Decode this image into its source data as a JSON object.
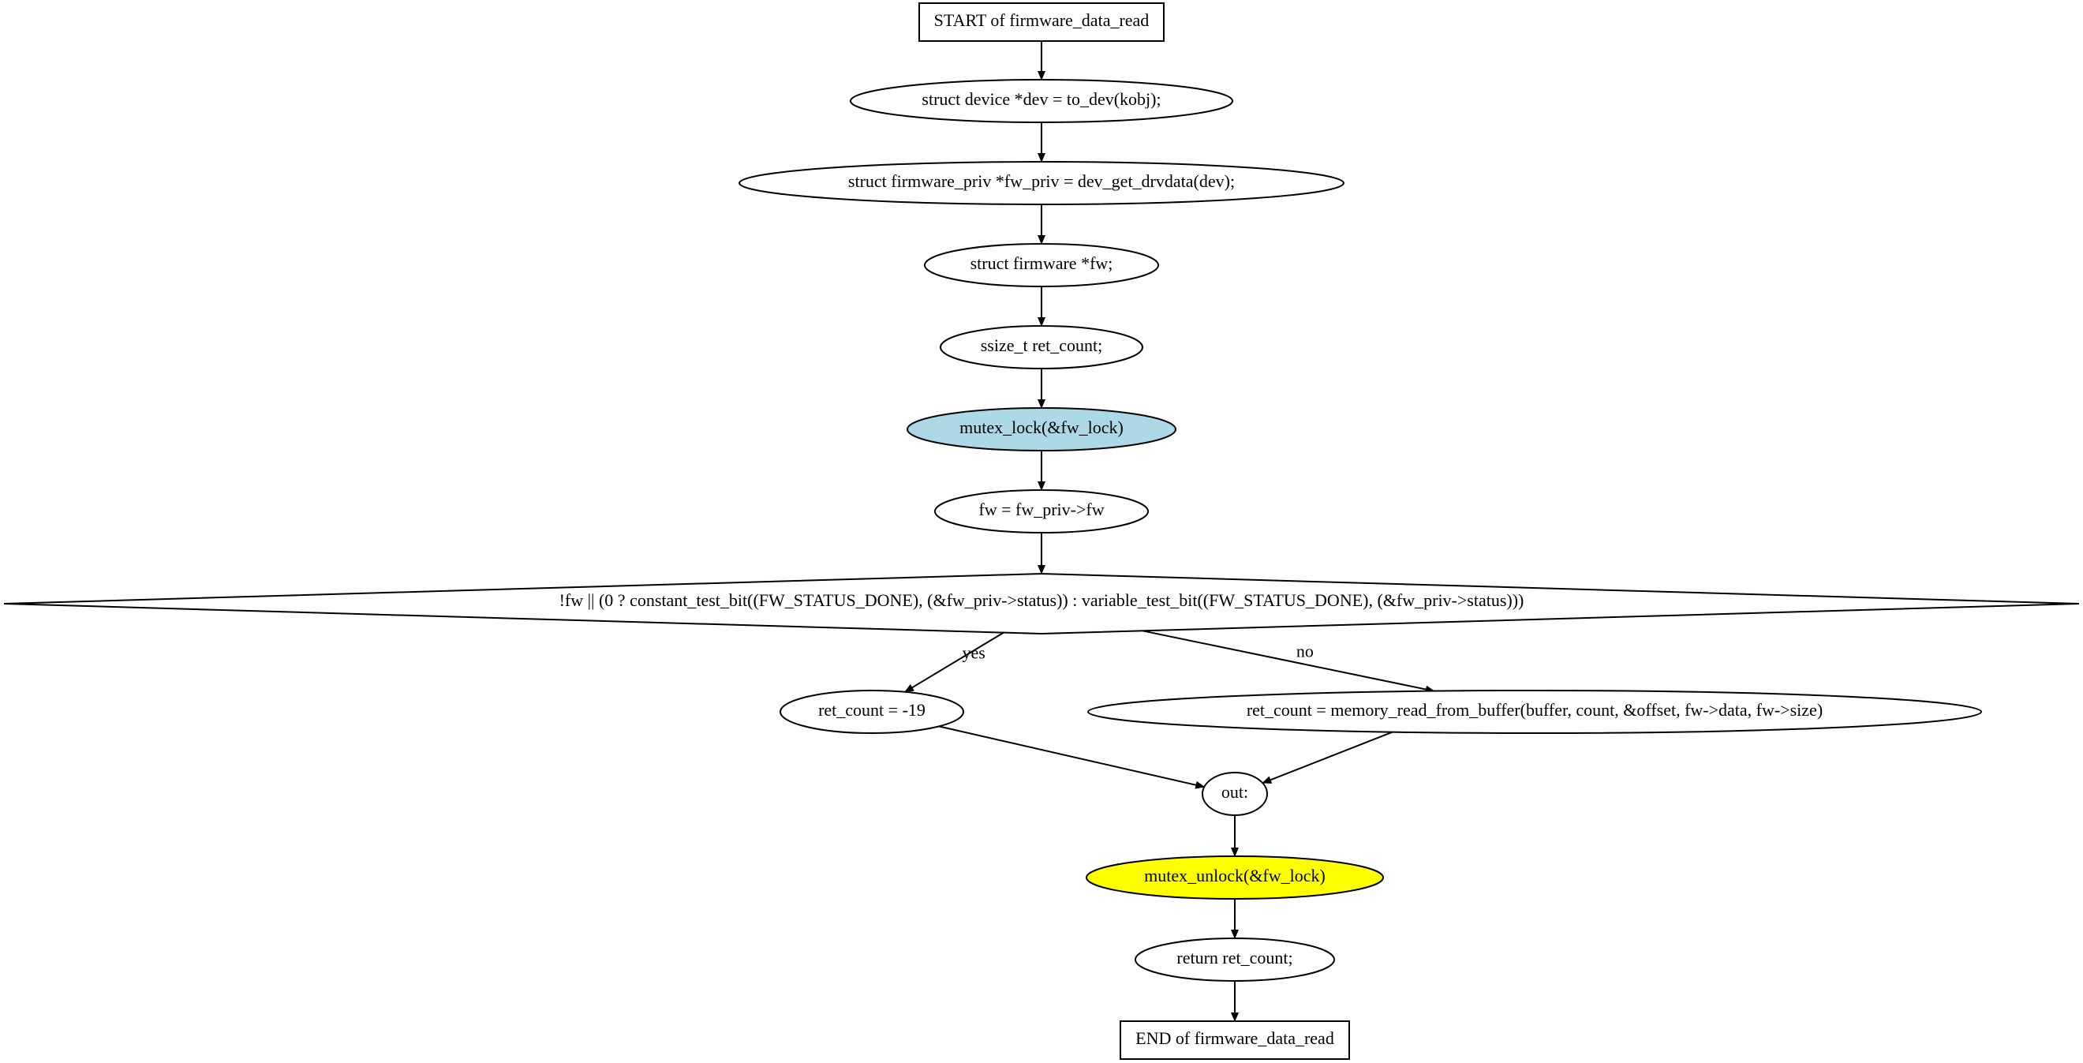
{
  "diagram": {
    "nodes": [
      {
        "id": "start",
        "shape": "box",
        "label": "START of firmware_data_read"
      },
      {
        "id": "dev",
        "shape": "ellipse",
        "label": "struct device *dev = to_dev(kobj);"
      },
      {
        "id": "fw_priv",
        "shape": "ellipse",
        "label": "struct firmware_priv *fw_priv = dev_get_drvdata(dev);"
      },
      {
        "id": "fw_decl",
        "shape": "ellipse",
        "label": "struct firmware *fw;"
      },
      {
        "id": "ret_decl",
        "shape": "ellipse",
        "label": "ssize_t ret_count;"
      },
      {
        "id": "lock",
        "shape": "ellipse",
        "label": "mutex_lock(&fw_lock)",
        "fill": "#add8e6"
      },
      {
        "id": "fw_assign",
        "shape": "ellipse",
        "label": "fw = fw_priv->fw"
      },
      {
        "id": "cond",
        "shape": "diamond",
        "label": "!fw || (0 ? constant_test_bit((FW_STATUS_DONE), (&fw_priv->status)) : variable_test_bit((FW_STATUS_DONE), (&fw_priv->status)))"
      },
      {
        "id": "ret_err",
        "shape": "ellipse",
        "label": "ret_count = -19"
      },
      {
        "id": "ret_read",
        "shape": "ellipse",
        "label": "ret_count = memory_read_from_buffer(buffer, count, &offset, fw->data, fw->size)"
      },
      {
        "id": "out",
        "shape": "ellipse",
        "label": "out:"
      },
      {
        "id": "unlock",
        "shape": "ellipse",
        "label": "mutex_unlock(&fw_lock)",
        "fill": "#ffff00"
      },
      {
        "id": "ret_stmt",
        "shape": "ellipse",
        "label": "return ret_count;"
      },
      {
        "id": "end",
        "shape": "box",
        "label": "END of firmware_data_read"
      }
    ],
    "edges": [
      {
        "from": "start",
        "to": "dev"
      },
      {
        "from": "dev",
        "to": "fw_priv"
      },
      {
        "from": "fw_priv",
        "to": "fw_decl"
      },
      {
        "from": "fw_decl",
        "to": "ret_decl"
      },
      {
        "from": "ret_decl",
        "to": "lock"
      },
      {
        "from": "lock",
        "to": "fw_assign"
      },
      {
        "from": "fw_assign",
        "to": "cond"
      },
      {
        "from": "cond",
        "to": "ret_err",
        "label": "yes"
      },
      {
        "from": "cond",
        "to": "ret_read",
        "label": "no"
      },
      {
        "from": "ret_err",
        "to": "out"
      },
      {
        "from": "ret_read",
        "to": "out"
      },
      {
        "from": "out",
        "to": "unlock"
      },
      {
        "from": "unlock",
        "to": "ret_stmt"
      },
      {
        "from": "ret_stmt",
        "to": "end"
      }
    ]
  }
}
